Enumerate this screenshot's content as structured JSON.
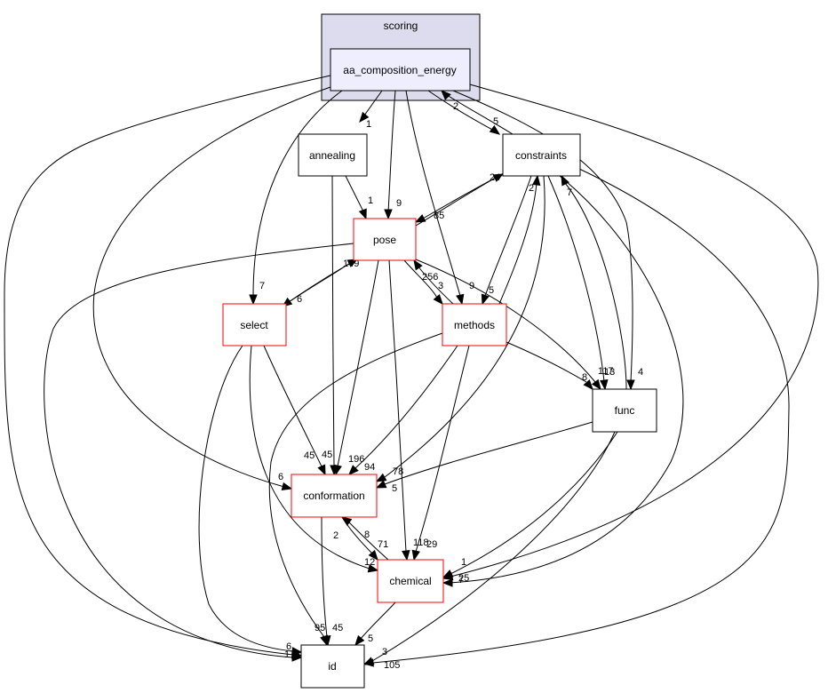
{
  "cluster": {
    "label": "scoring",
    "fill": "#dcdcee",
    "stroke": "#000000"
  },
  "nodes": {
    "aa_composition_energy": {
      "label": "aa_composition_energy",
      "fill": "#eeeeff",
      "stroke": "#000000"
    },
    "annealing": {
      "label": "annealing",
      "fill": "#ffffff",
      "stroke": "#000000"
    },
    "constraints": {
      "label": "constraints",
      "fill": "#ffffff",
      "stroke": "#000000"
    },
    "pose": {
      "label": "pose",
      "fill": "#ffffff",
      "stroke": "#ff0000"
    },
    "select": {
      "label": "select",
      "fill": "#ffffff",
      "stroke": "#ff0000"
    },
    "methods": {
      "label": "methods",
      "fill": "#ffffff",
      "stroke": "#ff0000"
    },
    "func": {
      "label": "func",
      "fill": "#ffffff",
      "stroke": "#000000"
    },
    "conformation": {
      "label": "conformation",
      "fill": "#ffffff",
      "stroke": "#ff0000"
    },
    "chemical": {
      "label": "chemical",
      "fill": "#ffffff",
      "stroke": "#ff0000"
    },
    "id": {
      "label": "id",
      "fill": "#ffffff",
      "stroke": "#000000"
    }
  },
  "edges": [
    {
      "from": "aa_composition_energy",
      "to": "annealing",
      "label": "1"
    },
    {
      "from": "aa_composition_energy",
      "to": "pose",
      "label": "9"
    },
    {
      "from": "aa_composition_energy",
      "to": "constraints",
      "label": "2"
    },
    {
      "from": "constraints",
      "to": "aa_composition_energy",
      "label": "5"
    },
    {
      "from": "aa_composition_energy",
      "to": "select",
      "label": "7"
    },
    {
      "from": "aa_composition_energy",
      "to": "methods",
      "label": "9"
    },
    {
      "from": "aa_composition_energy",
      "to": "func",
      "label": "4"
    },
    {
      "from": "aa_composition_energy",
      "to": "conformation",
      "label": "6"
    },
    {
      "from": "aa_composition_energy",
      "to": "chemical",
      "label": "25"
    },
    {
      "from": "aa_composition_energy",
      "to": "id",
      "label": "173"
    },
    {
      "from": "annealing",
      "to": "pose",
      "label": "1"
    },
    {
      "from": "annealing",
      "to": "conformation",
      "label": "45"
    },
    {
      "from": "constraints",
      "to": "pose",
      "label": "85"
    },
    {
      "from": "pose",
      "to": "constraints",
      "label": "24"
    },
    {
      "from": "constraints",
      "to": "methods",
      "label": "5"
    },
    {
      "from": "methods",
      "to": "constraints",
      "label": "2"
    },
    {
      "from": "constraints",
      "to": "func",
      "label": "13"
    },
    {
      "from": "func",
      "to": "constraints",
      "label": "7"
    },
    {
      "from": "constraints",
      "to": "conformation",
      "label": "78"
    },
    {
      "from": "constraints",
      "to": "chemical",
      "label": "7"
    },
    {
      "from": "constraints",
      "to": "id",
      "label": "105"
    },
    {
      "from": "pose",
      "to": "select",
      "label": "6"
    },
    {
      "from": "select",
      "to": "pose",
      "label": "149"
    },
    {
      "from": "pose",
      "to": "methods",
      "label": "3"
    },
    {
      "from": "methods",
      "to": "pose",
      "label": "256"
    },
    {
      "from": "pose",
      "to": "func",
      "label": "117"
    },
    {
      "from": "pose",
      "to": "conformation",
      "label": "196"
    },
    {
      "from": "pose",
      "to": "chemical",
      "label": "118"
    },
    {
      "from": "pose",
      "to": "id",
      "label": "6"
    },
    {
      "from": "select",
      "to": "conformation",
      "label": "45"
    },
    {
      "from": "select",
      "to": "chemical",
      "label": "12"
    },
    {
      "from": "select",
      "to": "id",
      "label": "95"
    },
    {
      "from": "methods",
      "to": "func",
      "label": "8"
    },
    {
      "from": "methods",
      "to": "conformation",
      "label": "94"
    },
    {
      "from": "methods",
      "to": "chemical",
      "label": "29"
    },
    {
      "from": "methods",
      "to": "id",
      "label": "45"
    },
    {
      "from": "func",
      "to": "conformation",
      "label": "5"
    },
    {
      "from": "func",
      "to": "chemical",
      "label": "1"
    },
    {
      "from": "func",
      "to": "id",
      "label": "3"
    },
    {
      "from": "conformation",
      "to": "chemical",
      "label": "71"
    },
    {
      "from": "chemical",
      "to": "conformation",
      "label": "8"
    },
    {
      "from": "conformation",
      "to": "id",
      "label": "2"
    },
    {
      "from": "chemical",
      "to": "id",
      "label": "5"
    }
  ]
}
